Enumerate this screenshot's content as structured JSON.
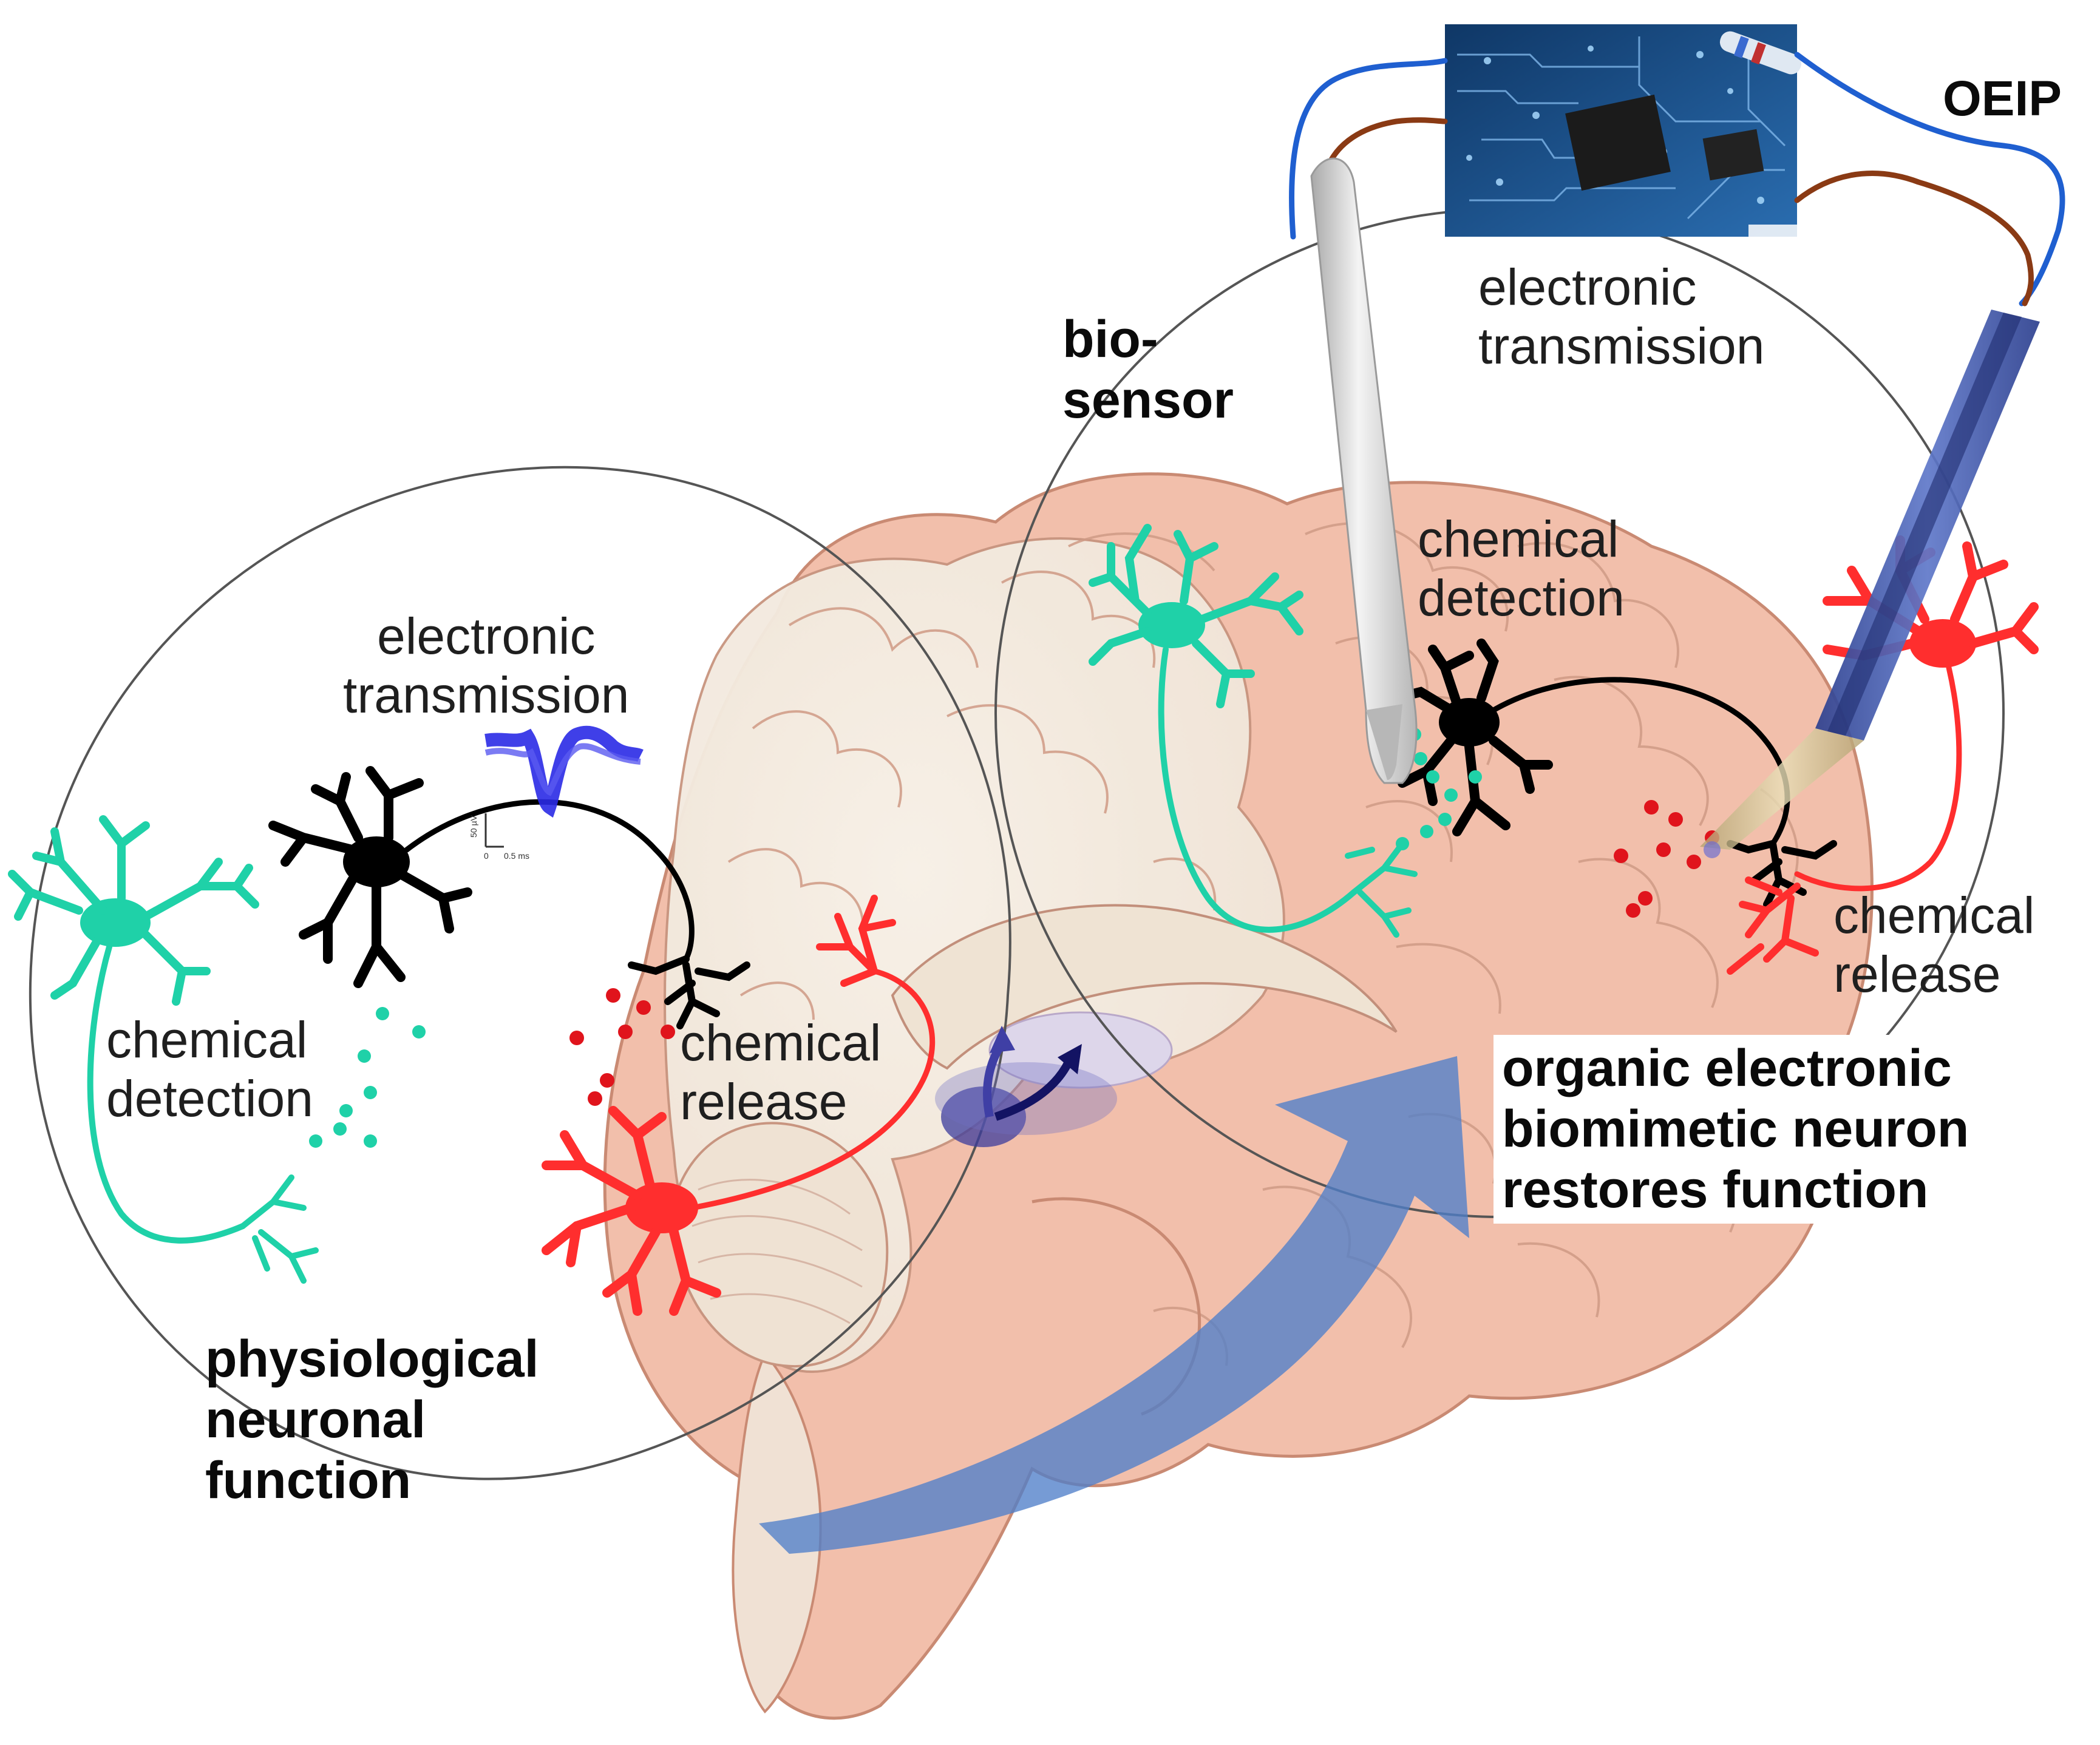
{
  "labels": {
    "left_electronic_transmission": [
      "electronic",
      "transmission"
    ],
    "left_chemical_detection": [
      "chemical",
      "detection"
    ],
    "left_chemical_release": [
      "chemical",
      "release"
    ],
    "physiological_function": [
      "physiological",
      "neuronal",
      "function"
    ],
    "right_electronic_transmission": [
      "electronic",
      "transmission"
    ],
    "biosensor": [
      "bio-",
      "sensor"
    ],
    "right_chemical_detection": [
      "chemical",
      "detection"
    ],
    "right_chemical_release": [
      "chemical",
      "release"
    ],
    "oeip": "OEIP",
    "organic_neuron": [
      "organic electronic",
      "biomimetic neuron",
      "restores function"
    ]
  },
  "scale_bar": {
    "voltage": "50 µV",
    "time": "0.5 ms",
    "origin": "0"
  },
  "colors": {
    "detection_neuron": "#1fd1a8",
    "transmission_neuron": "#000000",
    "release_neuron": "#ff2e2e",
    "detection_dots": "#1fd1a8",
    "release_dots": "#e0141c",
    "spike_trace": "#2a2ae6",
    "flow_arrow": "#5580c8",
    "oeip_tube": "#3a55a8",
    "biosensor_probe": "#cfcfcf",
    "brain_tissue": "#f3c2b0",
    "brain_light": "#f4ece1",
    "wire_blue": "#1f5fd0",
    "wire_brown": "#8a3a14",
    "circuit_board": "#1d4f8a"
  },
  "icons": [
    "brain-illustration",
    "neuron-cell",
    "circuit-board-photo",
    "biosensor-probe",
    "oeip-tube",
    "curved-flow-arrow",
    "spike-waveform"
  ]
}
